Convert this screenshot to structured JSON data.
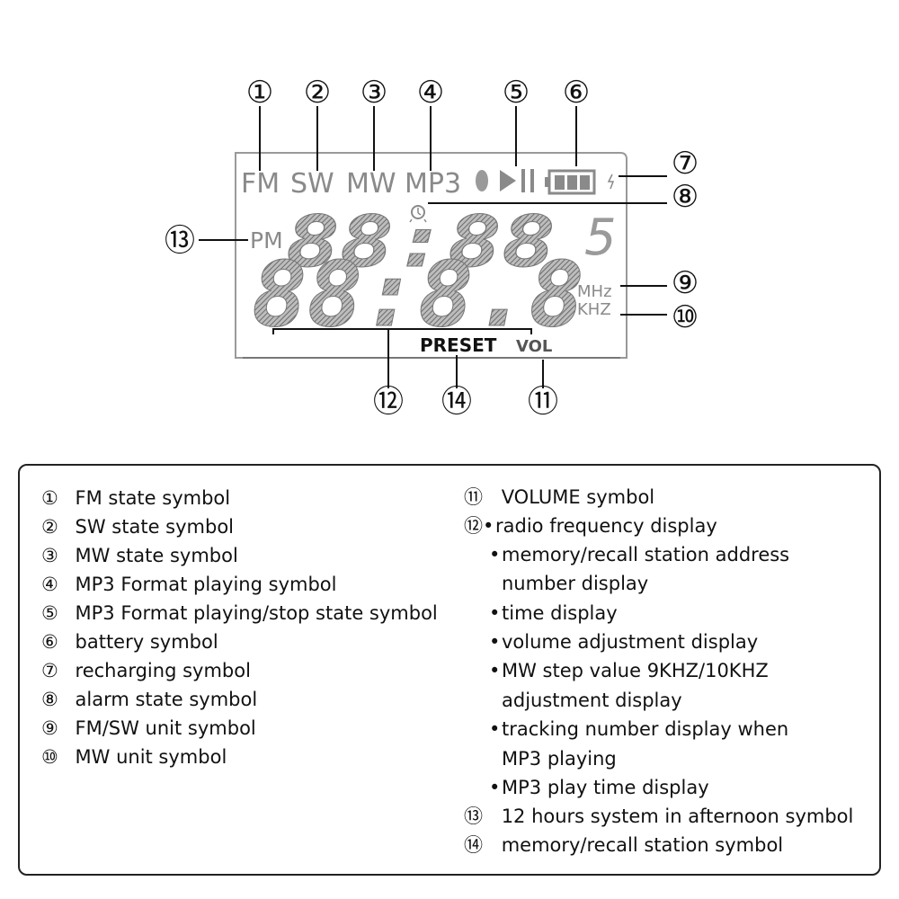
{
  "diagram": {
    "callouts": [
      {
        "num": "①"
      },
      {
        "num": "②"
      },
      {
        "num": "③"
      },
      {
        "num": "④"
      },
      {
        "num": "⑤"
      },
      {
        "num": "⑥"
      },
      {
        "num": "⑦"
      },
      {
        "num": "⑧"
      },
      {
        "num": "⑨"
      },
      {
        "num": "⑩"
      },
      {
        "num": "⑪"
      },
      {
        "num": "⑫"
      },
      {
        "num": "⑬"
      },
      {
        "num": "⑭"
      }
    ],
    "lcd": {
      "band_fm": "FM",
      "band_sw": "SW",
      "band_mw": "MW",
      "mp3": "MP3",
      "pm": "PM",
      "small_digits": "88:88",
      "seconds_digit": "5",
      "large_digits": "88:8.8",
      "unit_mhz": "MHz",
      "unit_khz": "KHZ",
      "preset": "PRESET",
      "vol": "VOL"
    }
  },
  "legend": {
    "left": [
      {
        "num": "①",
        "text": "FM state symbol"
      },
      {
        "num": "②",
        "text": "SW state symbol"
      },
      {
        "num": "③",
        "text": "MW state symbol"
      },
      {
        "num": "④",
        "text": "MP3 Format playing symbol"
      },
      {
        "num": "⑤",
        "text": "MP3 Format playing/stop state symbol"
      },
      {
        "num": "⑥",
        "text": "battery symbol"
      },
      {
        "num": "⑦",
        "text": "recharging symbol"
      },
      {
        "num": "⑧",
        "text": "alarm state symbol"
      },
      {
        "num": "⑨",
        "text": "FM/SW unit symbol"
      },
      {
        "num": "⑩",
        "text": "MW unit symbol"
      }
    ],
    "right": [
      {
        "num": "⑪",
        "text": "VOLUME symbol"
      },
      {
        "num": "⑫",
        "bullet": "•",
        "text": "radio frequency display"
      },
      {
        "bullet": "•",
        "text": "memory/recall station address"
      },
      {
        "text": "number display"
      },
      {
        "bullet": "•",
        "text": "time display"
      },
      {
        "bullet": "•",
        "text": "volume adjustment display"
      },
      {
        "bullet": "•",
        "text": "MW step value 9KHZ/10KHZ"
      },
      {
        "text": "adjustment display"
      },
      {
        "bullet": "•",
        "text": "tracking number display when"
      },
      {
        "text": "MP3 playing"
      },
      {
        "bullet": "•",
        "text": "MP3 play time display"
      },
      {
        "num": "⑬",
        "text": "12 hours system in afternoon symbol"
      },
      {
        "num": "⑭",
        "text": "memory/recall station symbol"
      }
    ]
  }
}
